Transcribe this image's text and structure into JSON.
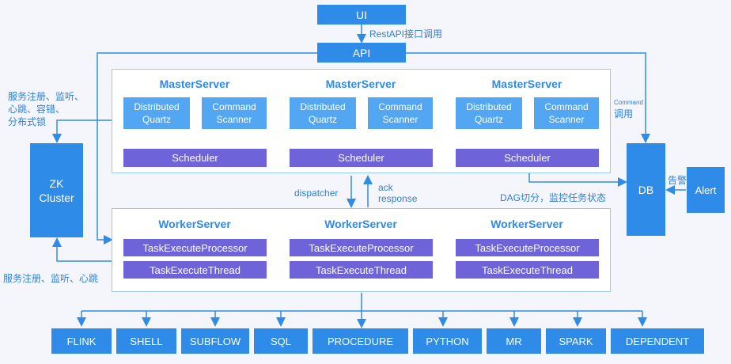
{
  "ui": "UI",
  "api": "API",
  "rest_label": "RestAPI接口调用",
  "zk": "ZK\nCluster",
  "db": "DB",
  "alert": "Alert",
  "alarm_label": "告警",
  "left_top_label": "服务注册、监听、\n心跳、容错、\n分布式锁",
  "left_bottom_label": "服务注册、监听、心跳",
  "command_small": "Command",
  "command_call": "调用",
  "dispatcher": "dispatcher",
  "ack_response": "ack\nresponse",
  "dag_label": "DAG切分，监控任务状态",
  "masters": [
    {
      "title": "MasterServer",
      "quartz": "Distributed\nQuartz",
      "scanner": "Command\nScanner",
      "scheduler": "Scheduler"
    },
    {
      "title": "MasterServer",
      "quartz": "Distributed\nQuartz",
      "scanner": "Command\nScanner",
      "scheduler": "Scheduler"
    },
    {
      "title": "MasterServer",
      "quartz": "Distributed\nQuartz",
      "scanner": "Command\nScanner",
      "scheduler": "Scheduler"
    }
  ],
  "workers": [
    {
      "title": "WorkerServer",
      "processor": "TaskExecuteProcessor",
      "thread": "TaskExecuteThread"
    },
    {
      "title": "WorkerServer",
      "processor": "TaskExecuteProcessor",
      "thread": "TaskExecuteThread"
    },
    {
      "title": "WorkerServer",
      "processor": "TaskExecuteProcessor",
      "thread": "TaskExecuteThread"
    }
  ],
  "tasks": [
    "FLINK",
    "SHELL",
    "SUBFLOW",
    "SQL",
    "PROCEDURE",
    "PYTHON",
    "MR",
    "SPARK",
    "DEPENDENT"
  ]
}
